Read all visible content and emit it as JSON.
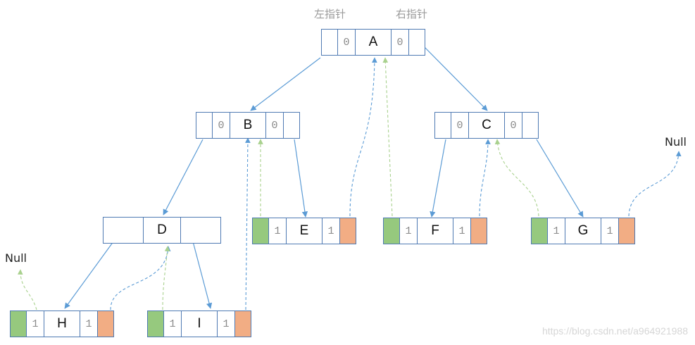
{
  "header": {
    "left_pointer": "左指针",
    "right_pointer": "右指针"
  },
  "nodes": {
    "A": {
      "label": "A",
      "ltag": "0",
      "rtag": "0"
    },
    "B": {
      "label": "B",
      "ltag": "0",
      "rtag": "0"
    },
    "C": {
      "label": "C",
      "ltag": "0",
      "rtag": "0"
    },
    "D": {
      "label": "D"
    },
    "E": {
      "label": "E",
      "ltag": "1",
      "rtag": "1"
    },
    "F": {
      "label": "F",
      "ltag": "1",
      "rtag": "1"
    },
    "G": {
      "label": "G",
      "ltag": "1",
      "rtag": "1"
    },
    "H": {
      "label": "H",
      "ltag": "1",
      "rtag": "1"
    },
    "I": {
      "label": "I",
      "ltag": "1",
      "rtag": "1"
    }
  },
  "null_left": "Null",
  "null_right": "Null",
  "colors": {
    "edge": "#5b9bd5",
    "thread_left": "#a9d18e",
    "thread_right_fill": "#f4b183",
    "thread_left_fill": "#a9d18e"
  },
  "watermark": "https://blog.csdn.net/a964921988"
}
